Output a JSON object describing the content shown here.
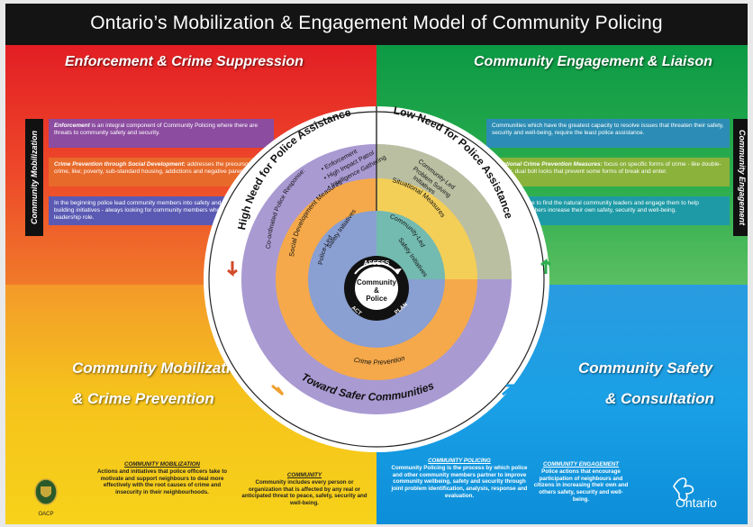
{
  "title": "Ontario’s Mobilization & Engagement Model of Community Policing",
  "quadrants": {
    "top_left": "Enforcement & Crime Suppression",
    "top_right": "Community Engagement & Liaison",
    "bottom_left_line1": "Community Mobilization",
    "bottom_left_line2": "& Crime Prevention",
    "bottom_right_line1": "Community Safety",
    "bottom_right_line2": "& Consultation"
  },
  "sidebars": {
    "left": "Community Mobilization",
    "right": "Community Engagement"
  },
  "left_bands": [
    {
      "lead": "Enforcement",
      "text": " is an integral component of Community Policing where there are threats to community safety and security."
    },
    {
      "lead": "Crime Prevention through Social Development:",
      "text": " addresses the precursors to crime, like; poverty, sub-standard housing, addictions and negative parenting."
    },
    {
      "lead": "",
      "text": "In the beginning police lead community members into safety and community-building initiatives - always looking for community members who can take over the leadership role."
    }
  ],
  "right_bands": [
    {
      "lead": "",
      "text": "Communities which have the greatest capacity to resolve issues that threaten their safety, security and well-being, require the least police assistance."
    },
    {
      "lead": "Situational Crime Prevention Measures:",
      "text": " focus on specific forms of crime - like double-cylinder, dual bolt locks that prevent some forms of break and enter."
    },
    {
      "lead": "",
      "text": "Police may have to find the natural community leaders and engage them to help community members increase their own safety, security and well-being."
    }
  ],
  "circle": {
    "outer_left": "High Need for Police Assistance",
    "outer_right": "Low Need for Police Assistance",
    "outer_bottom": "Toward Safer Communities",
    "ring_left_1": "Co-ordinated Police Response:",
    "ring_left_items": [
      "• Enforcement",
      "• High Impact Patrol",
      "• Intelligence Gathering"
    ],
    "ring_right_1": "Community-Led",
    "ring_right_2": "Problem Solving",
    "ring_right_3": "Initiatives",
    "mid_left": "Social Development Measures",
    "mid_right": "Situational Measures",
    "mid_bottom": "Crime Prevention",
    "inner_left_1": "Police-Led",
    "inner_left_2": "Safety Initiatives",
    "inner_right_1": "Community-Led",
    "inner_right_2": "Safety Initiatives",
    "core_line1": "Community",
    "core_line2": "&",
    "core_line3": "Police",
    "cycle_assess": "ASSESS",
    "cycle_plan": "PLAN",
    "cycle_act": "ACT"
  },
  "footer": [
    {
      "heading": "COMMUNITY MOBILIZATION",
      "text": "Actions and initiatives that police officers take to motivate and support neighbours to deal more effectively with the root causes of crime and insecurity in their neighbourhoods."
    },
    {
      "heading": "COMMUNITY",
      "text": "Community includes every person or organization that is affected by any real or anticipated threat to peace, safety, security and well-being."
    },
    {
      "heading": "COMMUNITY POLICING",
      "text": "Community Policing is the process by which police and other community members partner to improve community wellbeing, safety and security through joint problem identification, analysis, response and evaluation."
    },
    {
      "heading": "COMMUNITY ENGAGEMENT",
      "text": "Police actions that encourage participation of neighbours and citizens in increasing their own and others safety, security and well-being."
    }
  ],
  "logos": {
    "left_caption": "OACP",
    "right_wordmark": "Ontario"
  },
  "colors": {
    "red": "#e31e24",
    "green": "#0c9a45",
    "yellow": "#f7d21a",
    "blue": "#1aa0e6",
    "ring_purple": "#9b8fc8",
    "ring_orange": "#f5a94a",
    "ring_yellow": "#fbd35a",
    "ring_blue": "#7ba8d8"
  }
}
